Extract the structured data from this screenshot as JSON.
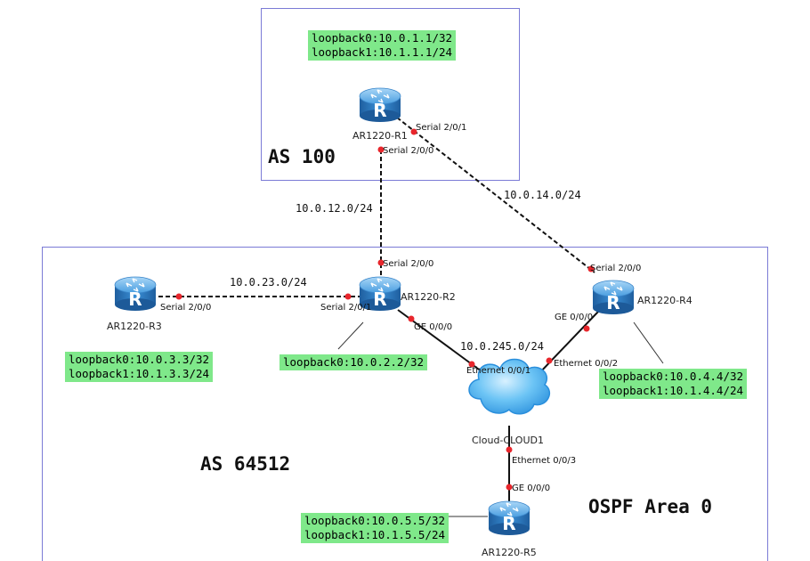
{
  "areas": {
    "as100": "AS 100",
    "as64512": "AS 64512",
    "ospf": "OSPF Area 0"
  },
  "routers": {
    "r1": "AR1220-R1",
    "r2": "AR1220-R2",
    "r3": "AR1220-R3",
    "r4": "AR1220-R4",
    "r5": "AR1220-R5",
    "router_glyph": "R"
  },
  "cloud": {
    "label": "Cloud-CLOUD1"
  },
  "subnets": {
    "r1r2": "10.0.12.0/24",
    "r1r4": "10.0.14.0/24",
    "r2r3": "10.0.23.0/24",
    "lan": "10.0.245.0/24"
  },
  "interfaces": {
    "r1_s200": "Serial 2/0/0",
    "r1_s201": "Serial 2/0/1",
    "r2_s200": "Serial 2/0/0",
    "r2_s201": "Serial 2/0/1",
    "r2_ge": "GE 0/0/0",
    "r3_s200": "Serial 2/0/0",
    "r4_s200": "Serial 2/0/0",
    "r4_ge": "GE 0/0/0",
    "cloud_e1": "Ethernet 0/0/1",
    "cloud_e2": "Ethernet 0/0/2",
    "cloud_e3": "Ethernet 0/0/3",
    "r5_ge": "GE 0/0/0"
  },
  "loopbacks": {
    "r1": [
      "loopback0:10.0.1.1/32",
      "loopback1:10.1.1.1/24"
    ],
    "r2": [
      "loopback0:10.0.2.2/32"
    ],
    "r3": [
      "loopback0:10.0.3.3/32",
      "loopback1:10.1.3.3/24"
    ],
    "r4": [
      "loopback0:10.0.4.4/32",
      "loopback1:10.1.4.4/24"
    ],
    "r5": [
      "loopback0:10.0.5.5/32",
      "loopback1:10.1.5.5/24"
    ]
  },
  "colors": {
    "box_border": "#7b7bd6",
    "router_fill": "#2e7dc4",
    "cloud_fill": "#38a6ee",
    "dot": "#e8262c",
    "loopback_bg": "#7fe88a"
  }
}
